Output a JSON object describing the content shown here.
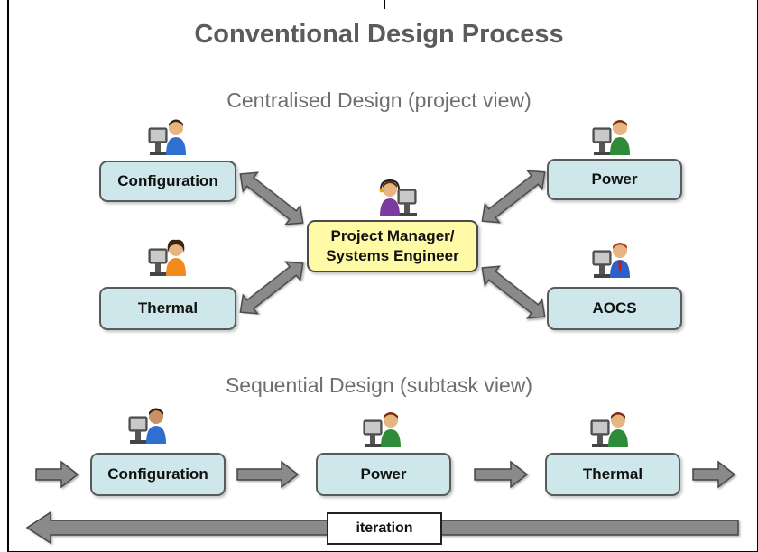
{
  "title": "Conventional Design Process",
  "centralised": {
    "heading": "Centralised Design (project view)",
    "hub": {
      "line1": "Project Manager/",
      "line2": "Systems Engineer"
    },
    "nodes": [
      "Configuration",
      "Power",
      "Thermal",
      "AOCS"
    ]
  },
  "sequential": {
    "heading": "Sequential Design (subtask view)",
    "steps": [
      "Configuration",
      "Power",
      "Thermal"
    ],
    "iteration_label": "iteration"
  },
  "colors": {
    "box_fill": "#cde7ea",
    "hub_fill": "#fffaa6",
    "arrow_fill": "#8a8a8a",
    "heading_text": "#5b5b5b"
  },
  "icons": {
    "person": "user-at-computer-icon",
    "arrow": "double-headed-arrow"
  }
}
